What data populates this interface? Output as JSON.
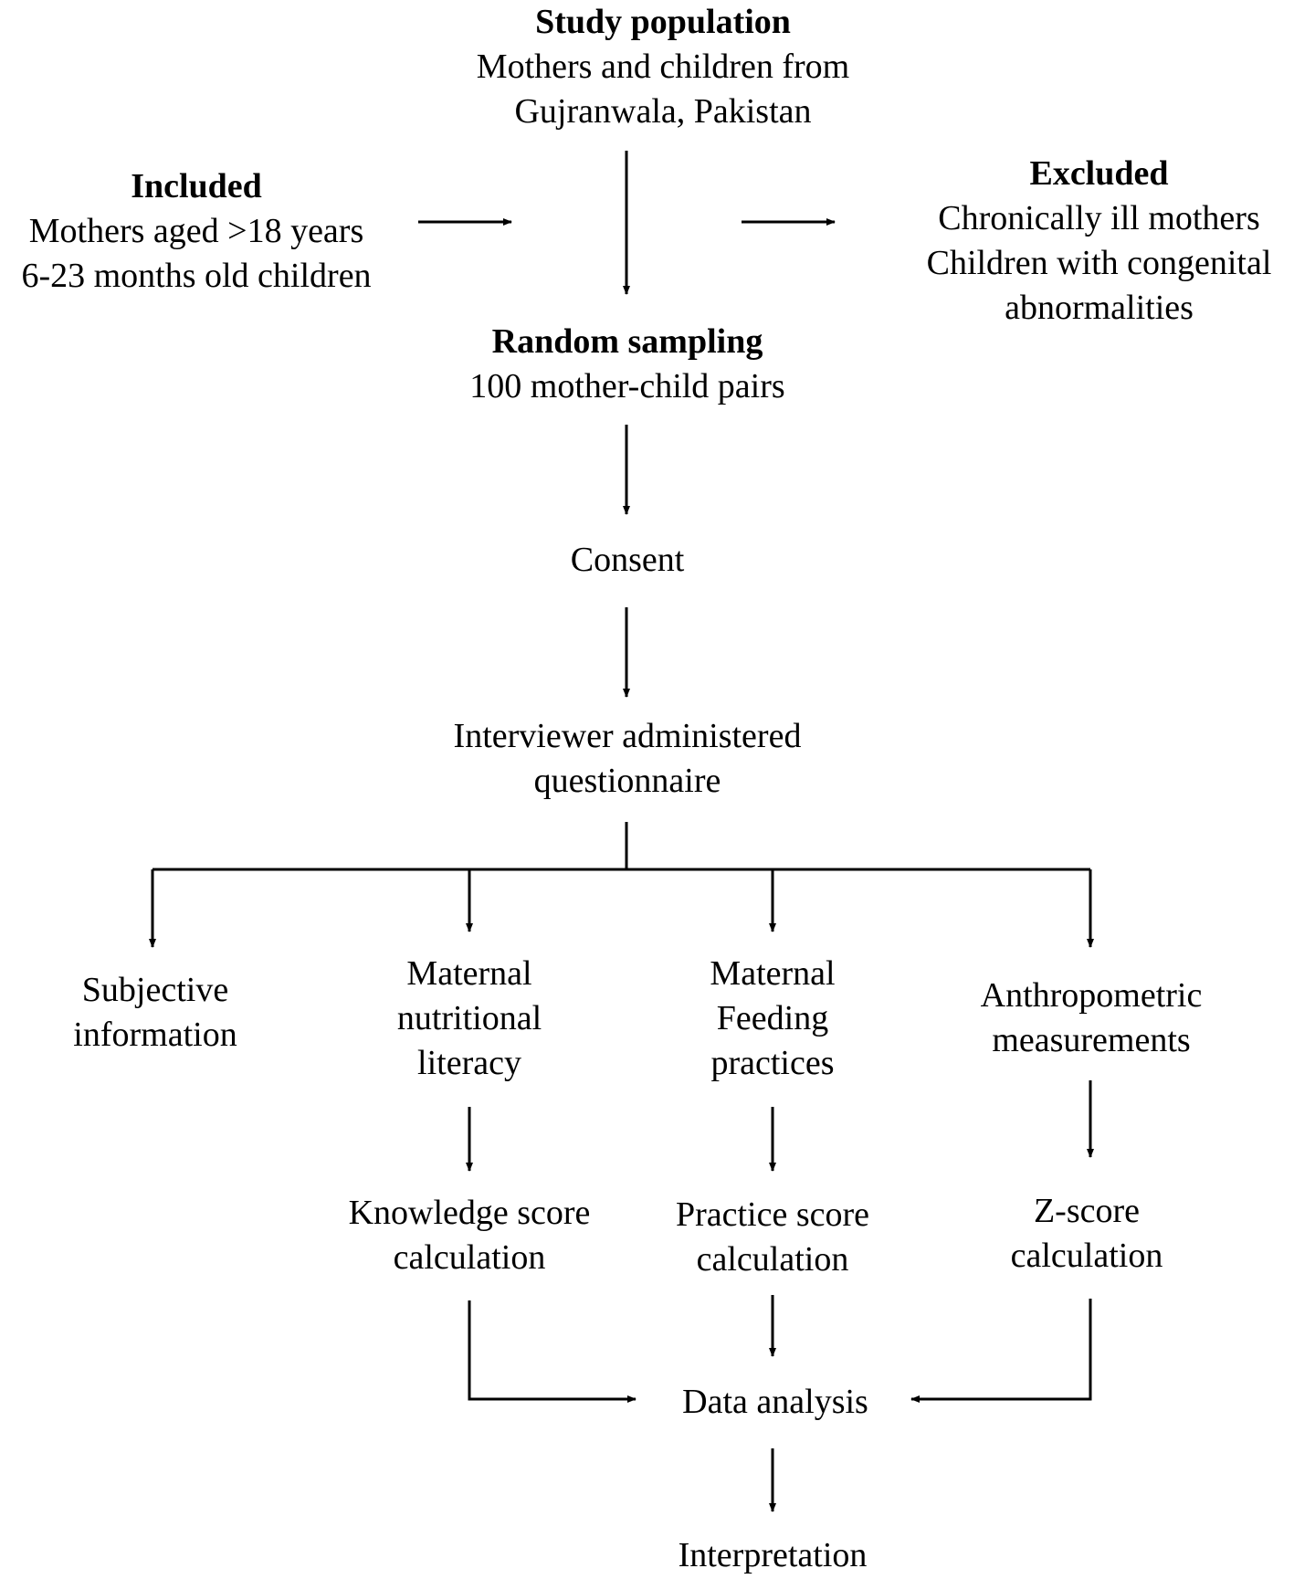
{
  "diagram": {
    "study_population": {
      "title": "Study population",
      "lines": [
        "Mothers and children from",
        "Gujranwala, Pakistan"
      ]
    },
    "included": {
      "title": "Included",
      "lines": [
        "Mothers aged >18 years",
        "6-23 months old children"
      ]
    },
    "excluded": {
      "title": "Excluded",
      "lines": [
        "Chronically ill mothers",
        "Children with congenital",
        "abnormalities"
      ]
    },
    "random_sampling": {
      "title": "Random sampling",
      "lines": [
        "100 mother-child pairs"
      ]
    },
    "consent": {
      "lines": [
        "Consent"
      ]
    },
    "questionnaire": {
      "lines": [
        "Interviewer administered",
        "questionnaire"
      ]
    },
    "subjective": {
      "lines": [
        "Subjective",
        "information"
      ]
    },
    "nutritional_literacy": {
      "lines": [
        "Maternal",
        "nutritional",
        "literacy"
      ]
    },
    "feeding_practices": {
      "lines": [
        "Maternal",
        "Feeding",
        "practices"
      ]
    },
    "anthropometric": {
      "lines": [
        "Anthropometric",
        "measurements"
      ]
    },
    "knowledge_score": {
      "lines": [
        "Knowledge score",
        "calculation"
      ]
    },
    "practice_score": {
      "lines": [
        "Practice score",
        "calculation"
      ]
    },
    "z_score": {
      "lines": [
        "Z-score",
        "calculation"
      ]
    },
    "data_analysis": {
      "lines": [
        "Data analysis"
      ]
    },
    "interpretation": {
      "lines": [
        "Interpretation"
      ]
    }
  }
}
